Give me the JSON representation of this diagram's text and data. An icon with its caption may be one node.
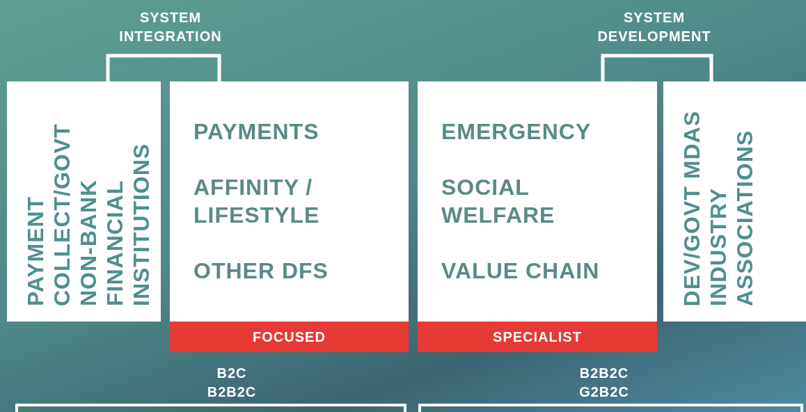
{
  "diagram": {
    "nodes": [
      {
        "text": [
          "PAYMENT COLLECT/GOVT",
          "NON-BANK FINANCIAL INSTITUTIONS"
        ]
      },
      {
        "text": [
          "PAYMENTS",
          "AFFINITY / LIFESTYLE",
          "OTHER DFS"
        ]
      },
      {
        "text": [
          "FOCUSED"
        ]
      },
      {
        "text": [
          "EMERGENCY",
          "SOCIAL WELFARE",
          "VALUE CHAIN"
        ]
      },
      {
        "text": [
          "SPECIALIST"
        ]
      },
      {
        "text": [
          "DEV/GOVT MDAS",
          "INDUSTRY ASSOCIATIONS"
        ]
      }
    ],
    "edges": [],
    "labels": [
      "SYSTEM INTEGRATION",
      "SYSTEM DEVELOPMENT",
      "B2C",
      "B2B2C",
      "B2B2C",
      "G2B2C"
    ]
  }
}
